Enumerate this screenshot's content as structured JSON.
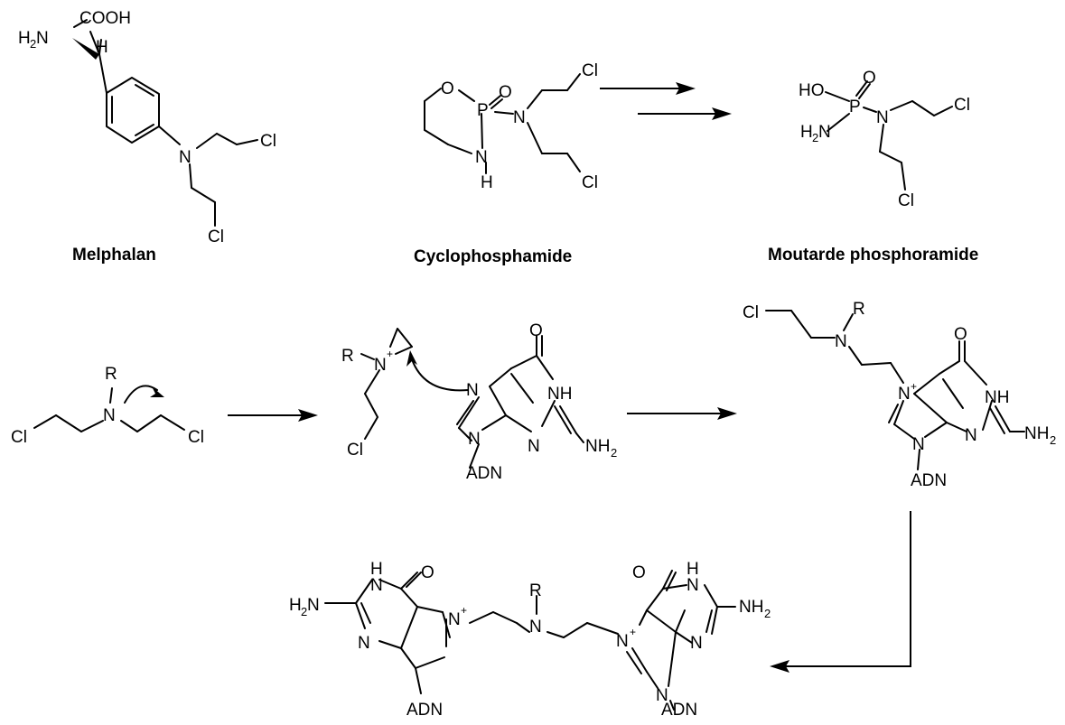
{
  "captions": {
    "melphalan": "Melphalan",
    "cyclophosphamide": "Cyclophosphamide",
    "moutarde": "Moutarde phosphoramide"
  },
  "atoms": {
    "cooh": "COOH",
    "h2n": "H",
    "h2n_sub": "2",
    "h2n_n": "N",
    "h": "H",
    "n": "N",
    "nh": "NH",
    "nh2": "NH",
    "nh2_sub": "2",
    "cl": "Cl",
    "o": "O",
    "p": "P",
    "ho": "HO",
    "r": "R",
    "plus": "+",
    "adn": "ADN"
  }
}
